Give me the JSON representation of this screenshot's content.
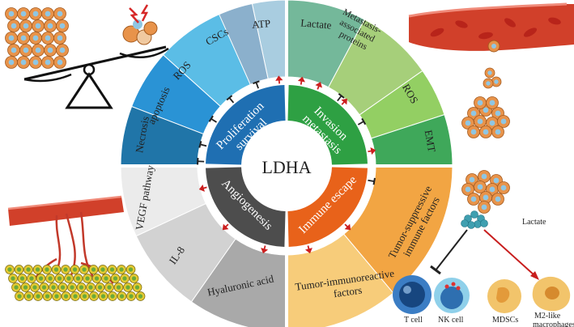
{
  "center": {
    "label": "LDHA"
  },
  "quadrants": {
    "proliferation": {
      "label_lines": [
        "Proliferation",
        "survival"
      ],
      "inner_color": "#1f6fb2",
      "segments": [
        {
          "label": "ATP",
          "color": "#a9cde0"
        },
        {
          "label": "CSCs",
          "color": "#8bb0cc"
        },
        {
          "label": "ROS",
          "color": "#5bbde6"
        },
        {
          "label": "apoptosis",
          "color": "#2a93d5"
        },
        {
          "label": "Necrosis",
          "color": "#2075a8"
        }
      ]
    },
    "invasion": {
      "label_lines": [
        "Invasion",
        "metastasis"
      ],
      "inner_color": "#2ea043",
      "segments": [
        {
          "label": "Lactate",
          "color": "#74b89a"
        },
        {
          "label_lines": [
            "Metastasis-",
            "associated",
            "proteins"
          ],
          "color": "#a6cf7a"
        },
        {
          "label": "ROS",
          "color": "#93cf63"
        },
        {
          "label": "EMT",
          "color": "#3fa85a"
        }
      ]
    },
    "immune": {
      "label": "Immune escape",
      "inner_color": "#e8621a",
      "segments": [
        {
          "label_lines": [
            "Tumor-suppressive",
            "immune factors"
          ],
          "color": "#f2a543"
        },
        {
          "label_lines": [
            "Tumor-immunoreactive",
            "factors"
          ],
          "color": "#f7cc7a"
        }
      ]
    },
    "angiogenesis": {
      "label": "Angiogenesis",
      "inner_color": "#4d4d4d",
      "segments": [
        {
          "label": "VEGF pathway",
          "color": "#ebebeb"
        },
        {
          "label": "IL-8",
          "color": "#d2d2d2"
        },
        {
          "label": "Hyaluronic acid",
          "color": "#a9a9a9"
        }
      ]
    }
  },
  "side_labels": {
    "lactate": "Lactate",
    "t_cell": "T cell",
    "nk_cell": "NK cell",
    "mdscs": "MDSCs",
    "m2_lines": [
      "M2-like",
      "macrophages"
    ]
  },
  "colors": {
    "inhibit_mark": "#222222",
    "promote_mark": "#cc1f1f",
    "vessel": "#d1402a",
    "tumor_cell": "#e8934a",
    "tumor_nucleus": "#8fc6e3"
  }
}
